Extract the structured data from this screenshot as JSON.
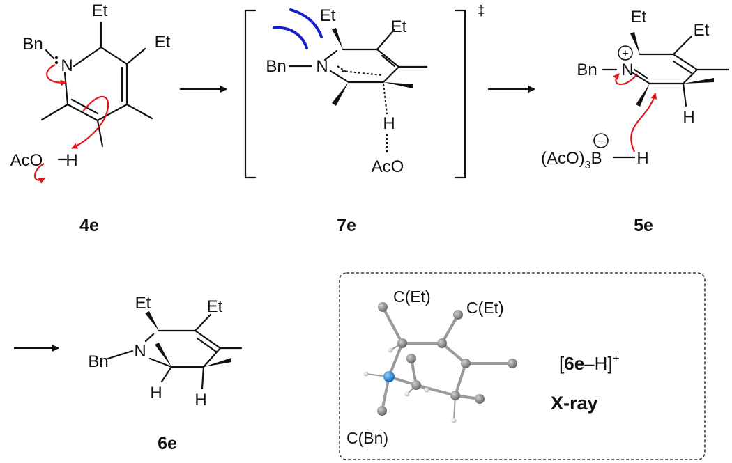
{
  "molecules": {
    "m4e": {
      "bn": "Bn",
      "n": "N",
      "et1": "Et",
      "et2": "Et",
      "aco": "AcO",
      "h": "H",
      "label": "4e"
    },
    "m7e": {
      "et1": "Et",
      "et2": "Et",
      "bn": "Bn",
      "n": "N",
      "h": "H",
      "aco": "AcO",
      "ts": "‡",
      "label": "7e"
    },
    "m5e": {
      "et1": "Et",
      "et2": "Et",
      "bn": "Bn",
      "n": "N",
      "plus": "+",
      "h_ring": "H",
      "boron": "(AcO)",
      "sub3": "3",
      "b": "B",
      "minus": "−",
      "h_b": "H",
      "label": "5e"
    },
    "m6e": {
      "et1": "Et",
      "et2": "Et",
      "bn": "Bn",
      "n": "N",
      "h1": "H",
      "h2": "H",
      "label": "6e"
    }
  },
  "xray": {
    "c_et1": "C(Et)",
    "c_et2": "C(Et)",
    "c_bn": "C(Bn)",
    "formula_open": "[",
    "formula_cpd": "6e",
    "formula_rest": "–H]",
    "formula_charge": "+",
    "caption": "X-ray"
  },
  "colors": {
    "curly_arrow": "#e0161b",
    "steric_arc": "#1420c8",
    "nitrogen_atom": "#1e8de0",
    "carbon_atom": "#7a7a7a",
    "hydrogen_atom": "#e6e6e6"
  }
}
